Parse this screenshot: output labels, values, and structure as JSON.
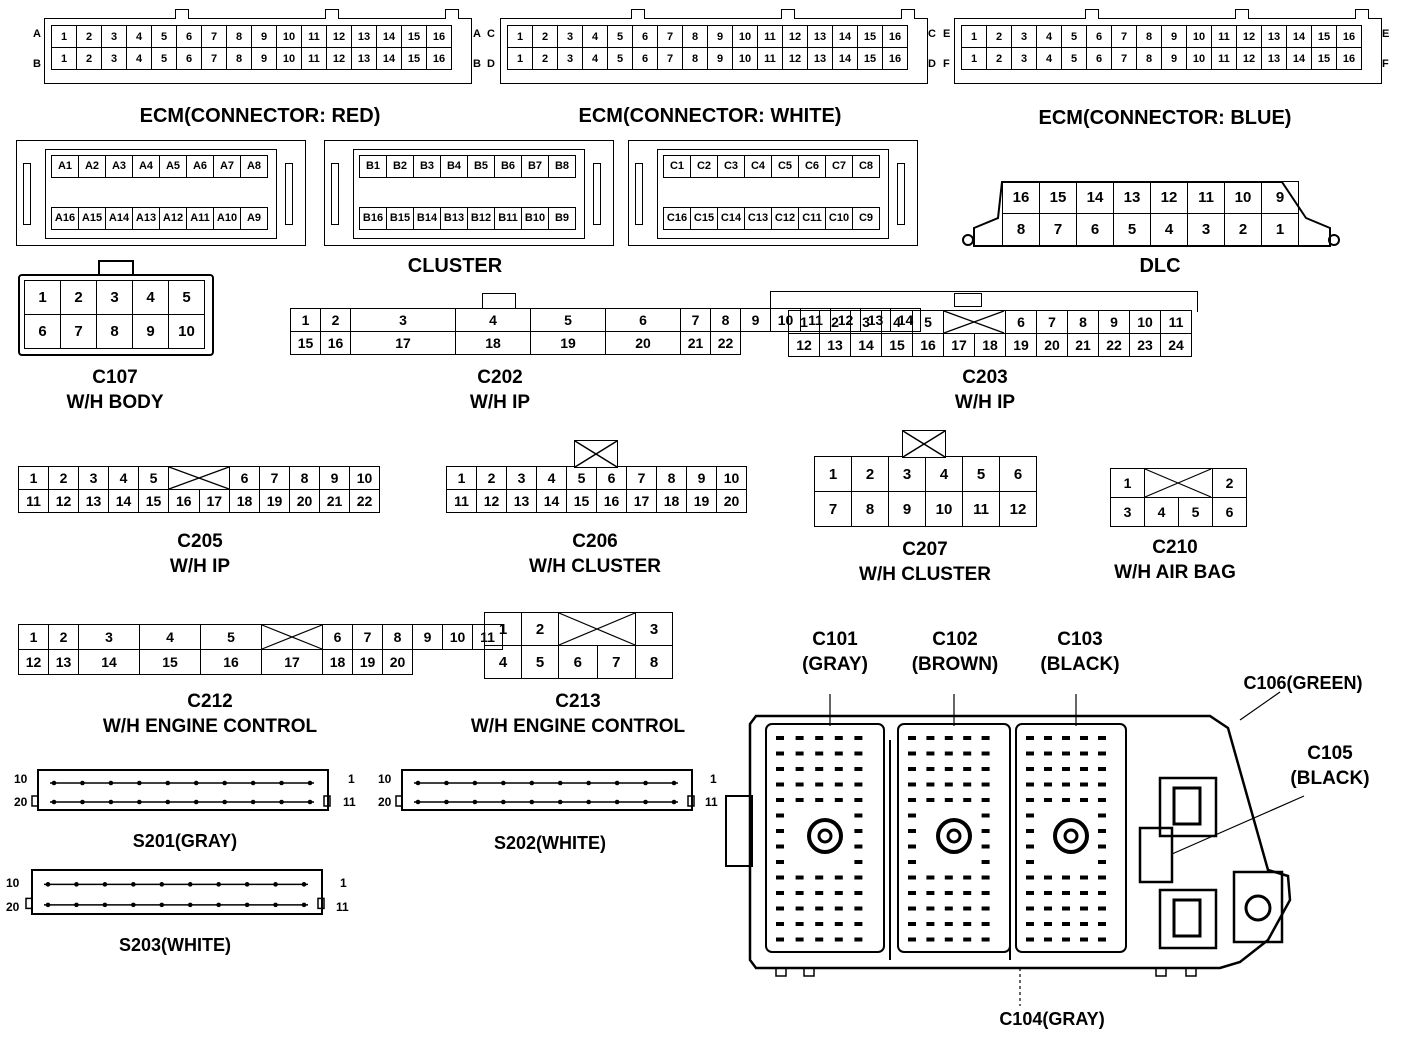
{
  "ecm": {
    "red": {
      "label": "ECM(CONNECTOR: RED)",
      "rows": [
        "A",
        "B"
      ]
    },
    "white": {
      "label": "ECM(CONNECTOR: WHITE)",
      "rows": [
        "C",
        "D"
      ]
    },
    "blue": {
      "label": "ECM(CONNECTOR: BLUE)",
      "rows": [
        "E",
        "F"
      ]
    },
    "pins": [
      "1",
      "2",
      "3",
      "4",
      "5",
      "6",
      "7",
      "8",
      "9",
      "10",
      "11",
      "12",
      "13",
      "14",
      "15",
      "16"
    ]
  },
  "cluster": {
    "label": "CLUSTER",
    "A": {
      "top": [
        "A1",
        "A2",
        "A3",
        "A4",
        "A5",
        "A6",
        "A7",
        "A8"
      ],
      "bottom": [
        "A16",
        "A15",
        "A14",
        "A13",
        "A12",
        "A11",
        "A10",
        "A9"
      ]
    },
    "B": {
      "top": [
        "B1",
        "B2",
        "B3",
        "B4",
        "B5",
        "B6",
        "B7",
        "B8"
      ],
      "bottom": [
        "B16",
        "B15",
        "B14",
        "B13",
        "B12",
        "B11",
        "B10",
        "B9"
      ]
    },
    "C": {
      "top": [
        "C1",
        "C2",
        "C3",
        "C4",
        "C5",
        "C6",
        "C7",
        "C8"
      ],
      "bottom": [
        "C16",
        "C15",
        "C14",
        "C13",
        "C12",
        "C11",
        "C10",
        "C9"
      ]
    }
  },
  "dlc": {
    "label": "DLC",
    "top": [
      "16",
      "15",
      "14",
      "13",
      "12",
      "11",
      "10",
      "9"
    ],
    "bottom": [
      "8",
      "7",
      "6",
      "5",
      "4",
      "3",
      "2",
      "1"
    ]
  },
  "c107": {
    "name": "C107",
    "desc": "W/H BODY",
    "top": [
      "1",
      "2",
      "3",
      "4",
      "5"
    ],
    "bottom": [
      "6",
      "7",
      "8",
      "9",
      "10"
    ]
  },
  "c202": {
    "name": "C202",
    "desc": "W/H IP",
    "top": [
      "1",
      "2",
      "3",
      "4",
      "5",
      "6",
      "7",
      "8",
      "9",
      "10",
      "11",
      "12",
      "13",
      "14"
    ],
    "bottom": [
      "15",
      "16",
      "17",
      "18",
      "19",
      "20",
      "21",
      "22"
    ]
  },
  "c203": {
    "name": "C203",
    "desc": "W/H IP",
    "top": [
      "1",
      "2",
      "3",
      "4",
      "5",
      "6",
      "7",
      "8",
      "9",
      "10",
      "11"
    ],
    "bottom": [
      "12",
      "13",
      "14",
      "15",
      "16",
      "17",
      "18",
      "19",
      "20",
      "21",
      "22",
      "23",
      "24"
    ]
  },
  "c205": {
    "name": "C205",
    "desc": "W/H IP",
    "top": [
      "1",
      "2",
      "3",
      "4",
      "5",
      "6",
      "7",
      "8",
      "9",
      "10"
    ],
    "bottom": [
      "11",
      "12",
      "13",
      "14",
      "15",
      "16",
      "17",
      "18",
      "19",
      "20",
      "21",
      "22"
    ]
  },
  "c206": {
    "name": "C206",
    "desc": "W/H CLUSTER",
    "top": [
      "1",
      "2",
      "3",
      "4",
      "5",
      "6",
      "7",
      "8",
      "9",
      "10"
    ],
    "bottom": [
      "11",
      "12",
      "13",
      "14",
      "15",
      "16",
      "17",
      "18",
      "19",
      "20"
    ]
  },
  "c207": {
    "name": "C207",
    "desc": "W/H CLUSTER",
    "top": [
      "1",
      "2",
      "3",
      "4",
      "5",
      "6"
    ],
    "bottom": [
      "7",
      "8",
      "9",
      "10",
      "11",
      "12"
    ]
  },
  "c210": {
    "name": "C210",
    "desc": "W/H AIR BAG",
    "top": [
      "1",
      "2"
    ],
    "bottom": [
      "3",
      "4",
      "5",
      "6"
    ]
  },
  "c212": {
    "name": "C212",
    "desc": "W/H ENGINE CONTROL",
    "top": [
      "1",
      "2",
      "3",
      "4",
      "5",
      "6",
      "7",
      "8",
      "9",
      "10",
      "11"
    ],
    "bottom": [
      "12",
      "13",
      "14",
      "15",
      "16",
      "17",
      "18",
      "19",
      "20"
    ]
  },
  "c213": {
    "name": "C213",
    "desc": "W/H ENGINE CONTROL",
    "top": [
      "1",
      "2",
      "3"
    ],
    "bottom": [
      "4",
      "5",
      "6",
      "7",
      "8"
    ]
  },
  "splices": {
    "s201": {
      "label": "S201(GRAY)",
      "pins": [
        "10",
        "20",
        "1",
        "11"
      ]
    },
    "s202": {
      "label": "S202(WHITE)",
      "pins": [
        "10",
        "20",
        "1",
        "11"
      ]
    },
    "s203": {
      "label": "S203(WHITE)",
      "pins": [
        "10",
        "20",
        "1",
        "11"
      ]
    }
  },
  "junction": {
    "c101": {
      "name": "C101",
      "color": "(GRAY)"
    },
    "c102": {
      "name": "C102",
      "color": "(BROWN)"
    },
    "c103": {
      "name": "C103",
      "color": "(BLACK)"
    },
    "c104": "C104(GRAY)",
    "c105": {
      "name": "C105",
      "color": "(BLACK)"
    },
    "c106": "C106(GREEN)"
  }
}
